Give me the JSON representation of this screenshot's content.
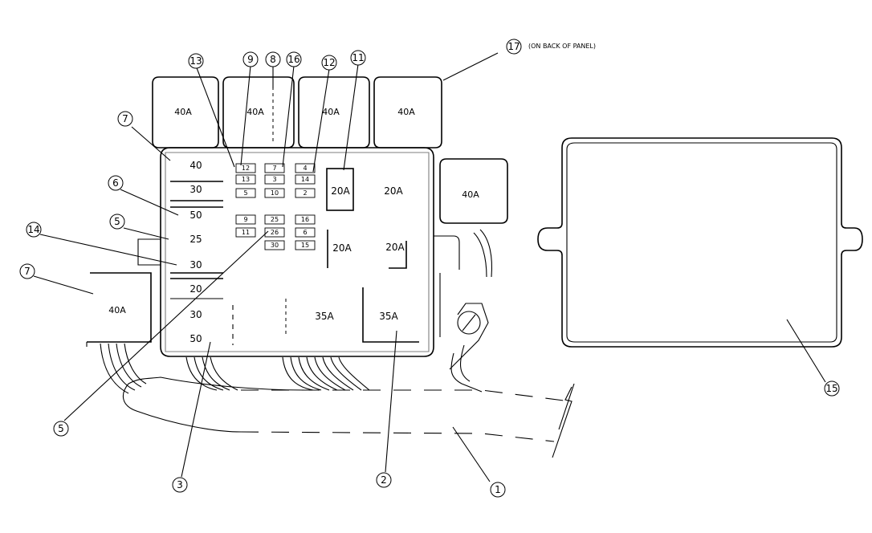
{
  "back_note": "(ON BACK OF PANEL)",
  "callouts": [
    "1",
    "2",
    "3",
    "5",
    "5",
    "6",
    "7",
    "7",
    "8",
    "9",
    "11",
    "12",
    "13",
    "14",
    "15",
    "16",
    "17"
  ],
  "relays": [
    "40A",
    "40A",
    "40A",
    "40A",
    "40A",
    "40A"
  ],
  "maxi_fuses": [
    "20A",
    "20A",
    "20A",
    "20A",
    "35A",
    "35A"
  ],
  "left_column_fuses": [
    "40",
    "30",
    "50",
    "25",
    "30",
    "20",
    "30",
    "50"
  ],
  "mini_fuses": [
    "12",
    "13",
    "7",
    "3",
    "5",
    "10",
    "9",
    "11",
    "25",
    "26",
    "30",
    "4",
    "14",
    "2",
    "16",
    "6",
    "15"
  ]
}
